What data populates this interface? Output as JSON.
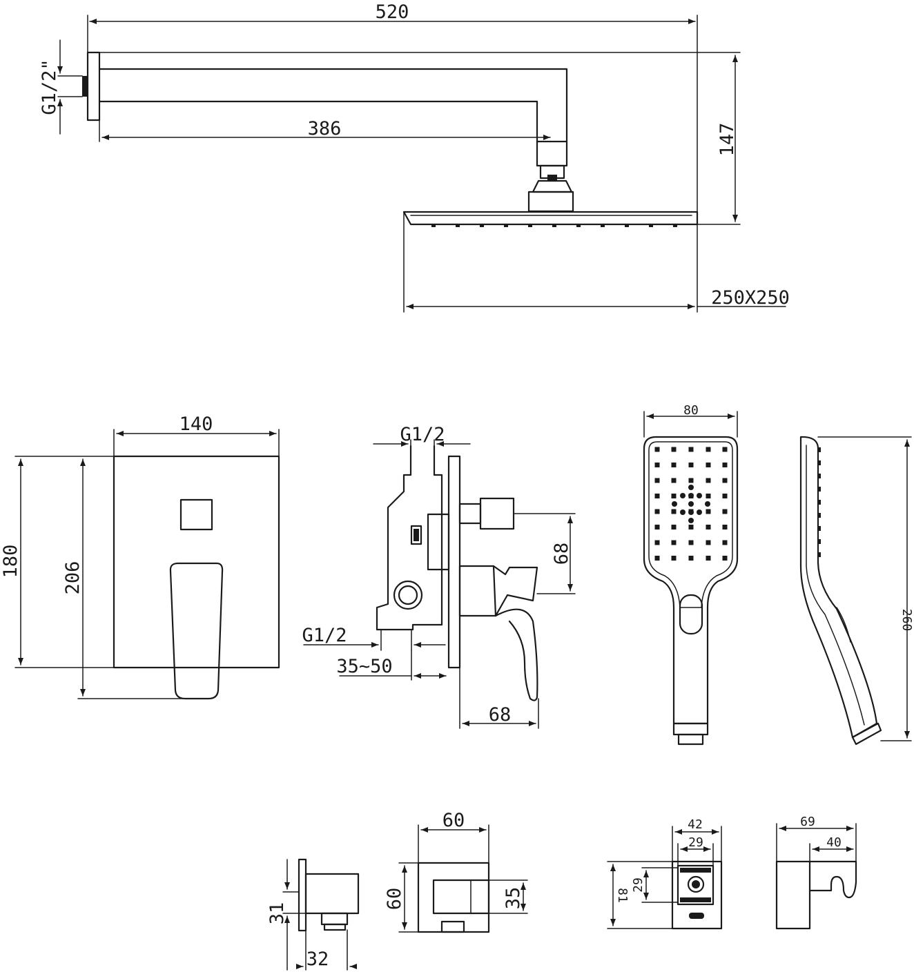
{
  "dimensions": {
    "overall_length": "520",
    "arm_length": "386",
    "wall_thread_top": "G1/2\"",
    "head_height": "147",
    "head_size": "250X250",
    "plate_width": "140",
    "plate_height": "180",
    "total_height": "206",
    "inlet_thread": "G1/2",
    "outlet_thread": "G1/2",
    "wall_depth": "35~50",
    "cartridge_spacing": "68",
    "projection": "68",
    "hand_shower_width": "80",
    "hand_shower_length": "260",
    "elbow_height": "31",
    "elbow_depth": "32",
    "elbow_plate_width": "60",
    "elbow_plate_height": "60",
    "elbow_inner": "35",
    "holder_width": "42",
    "holder_inner_width": "29",
    "holder_inner_height": "29",
    "holder_height": "81",
    "holder_depth": "69",
    "holder_clip_depth": "40"
  }
}
